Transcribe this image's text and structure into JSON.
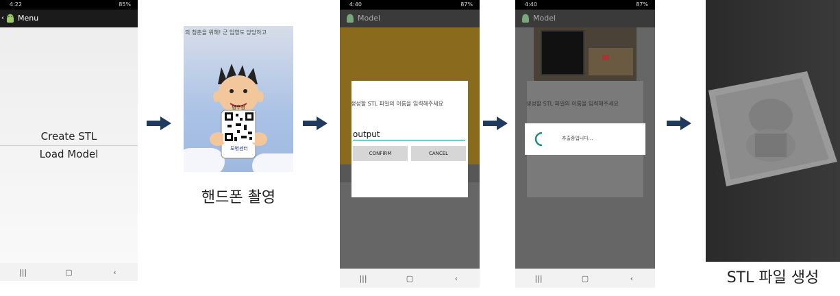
{
  "panel1": {
    "status_time": "4:22",
    "status_right": "85%",
    "app_title": "Menu",
    "menu_items": [
      "Create STL",
      "Load Model"
    ]
  },
  "panel2": {
    "caption": "핸드폰 촬영",
    "poster_top_text": "의 청춘을 위해! 군 입영도 당당하고",
    "poster_badge_top": "병무청",
    "poster_badge_bottom": "모병센터"
  },
  "panel3": {
    "status_time": "4:40",
    "status_right": "87%",
    "app_title": "Model",
    "dialog_message": "생성할 STL 파일의 이름을 입력해주세요",
    "input_value": "output",
    "confirm_label": "CONFIRM",
    "cancel_label": "CANCEL"
  },
  "panel4": {
    "status_time": "4:40",
    "status_right": "87%",
    "app_title": "Model",
    "dialog_message": "생성할 STL 파일의 이름을 입력해주세요",
    "progress_text": "추출중입니다..."
  },
  "panel5": {
    "caption": "STL 파일 생성"
  },
  "colors": {
    "arrow": "#1f3a5f",
    "accent_teal": "#1e8c7e",
    "brown": "#8a6a1c"
  }
}
